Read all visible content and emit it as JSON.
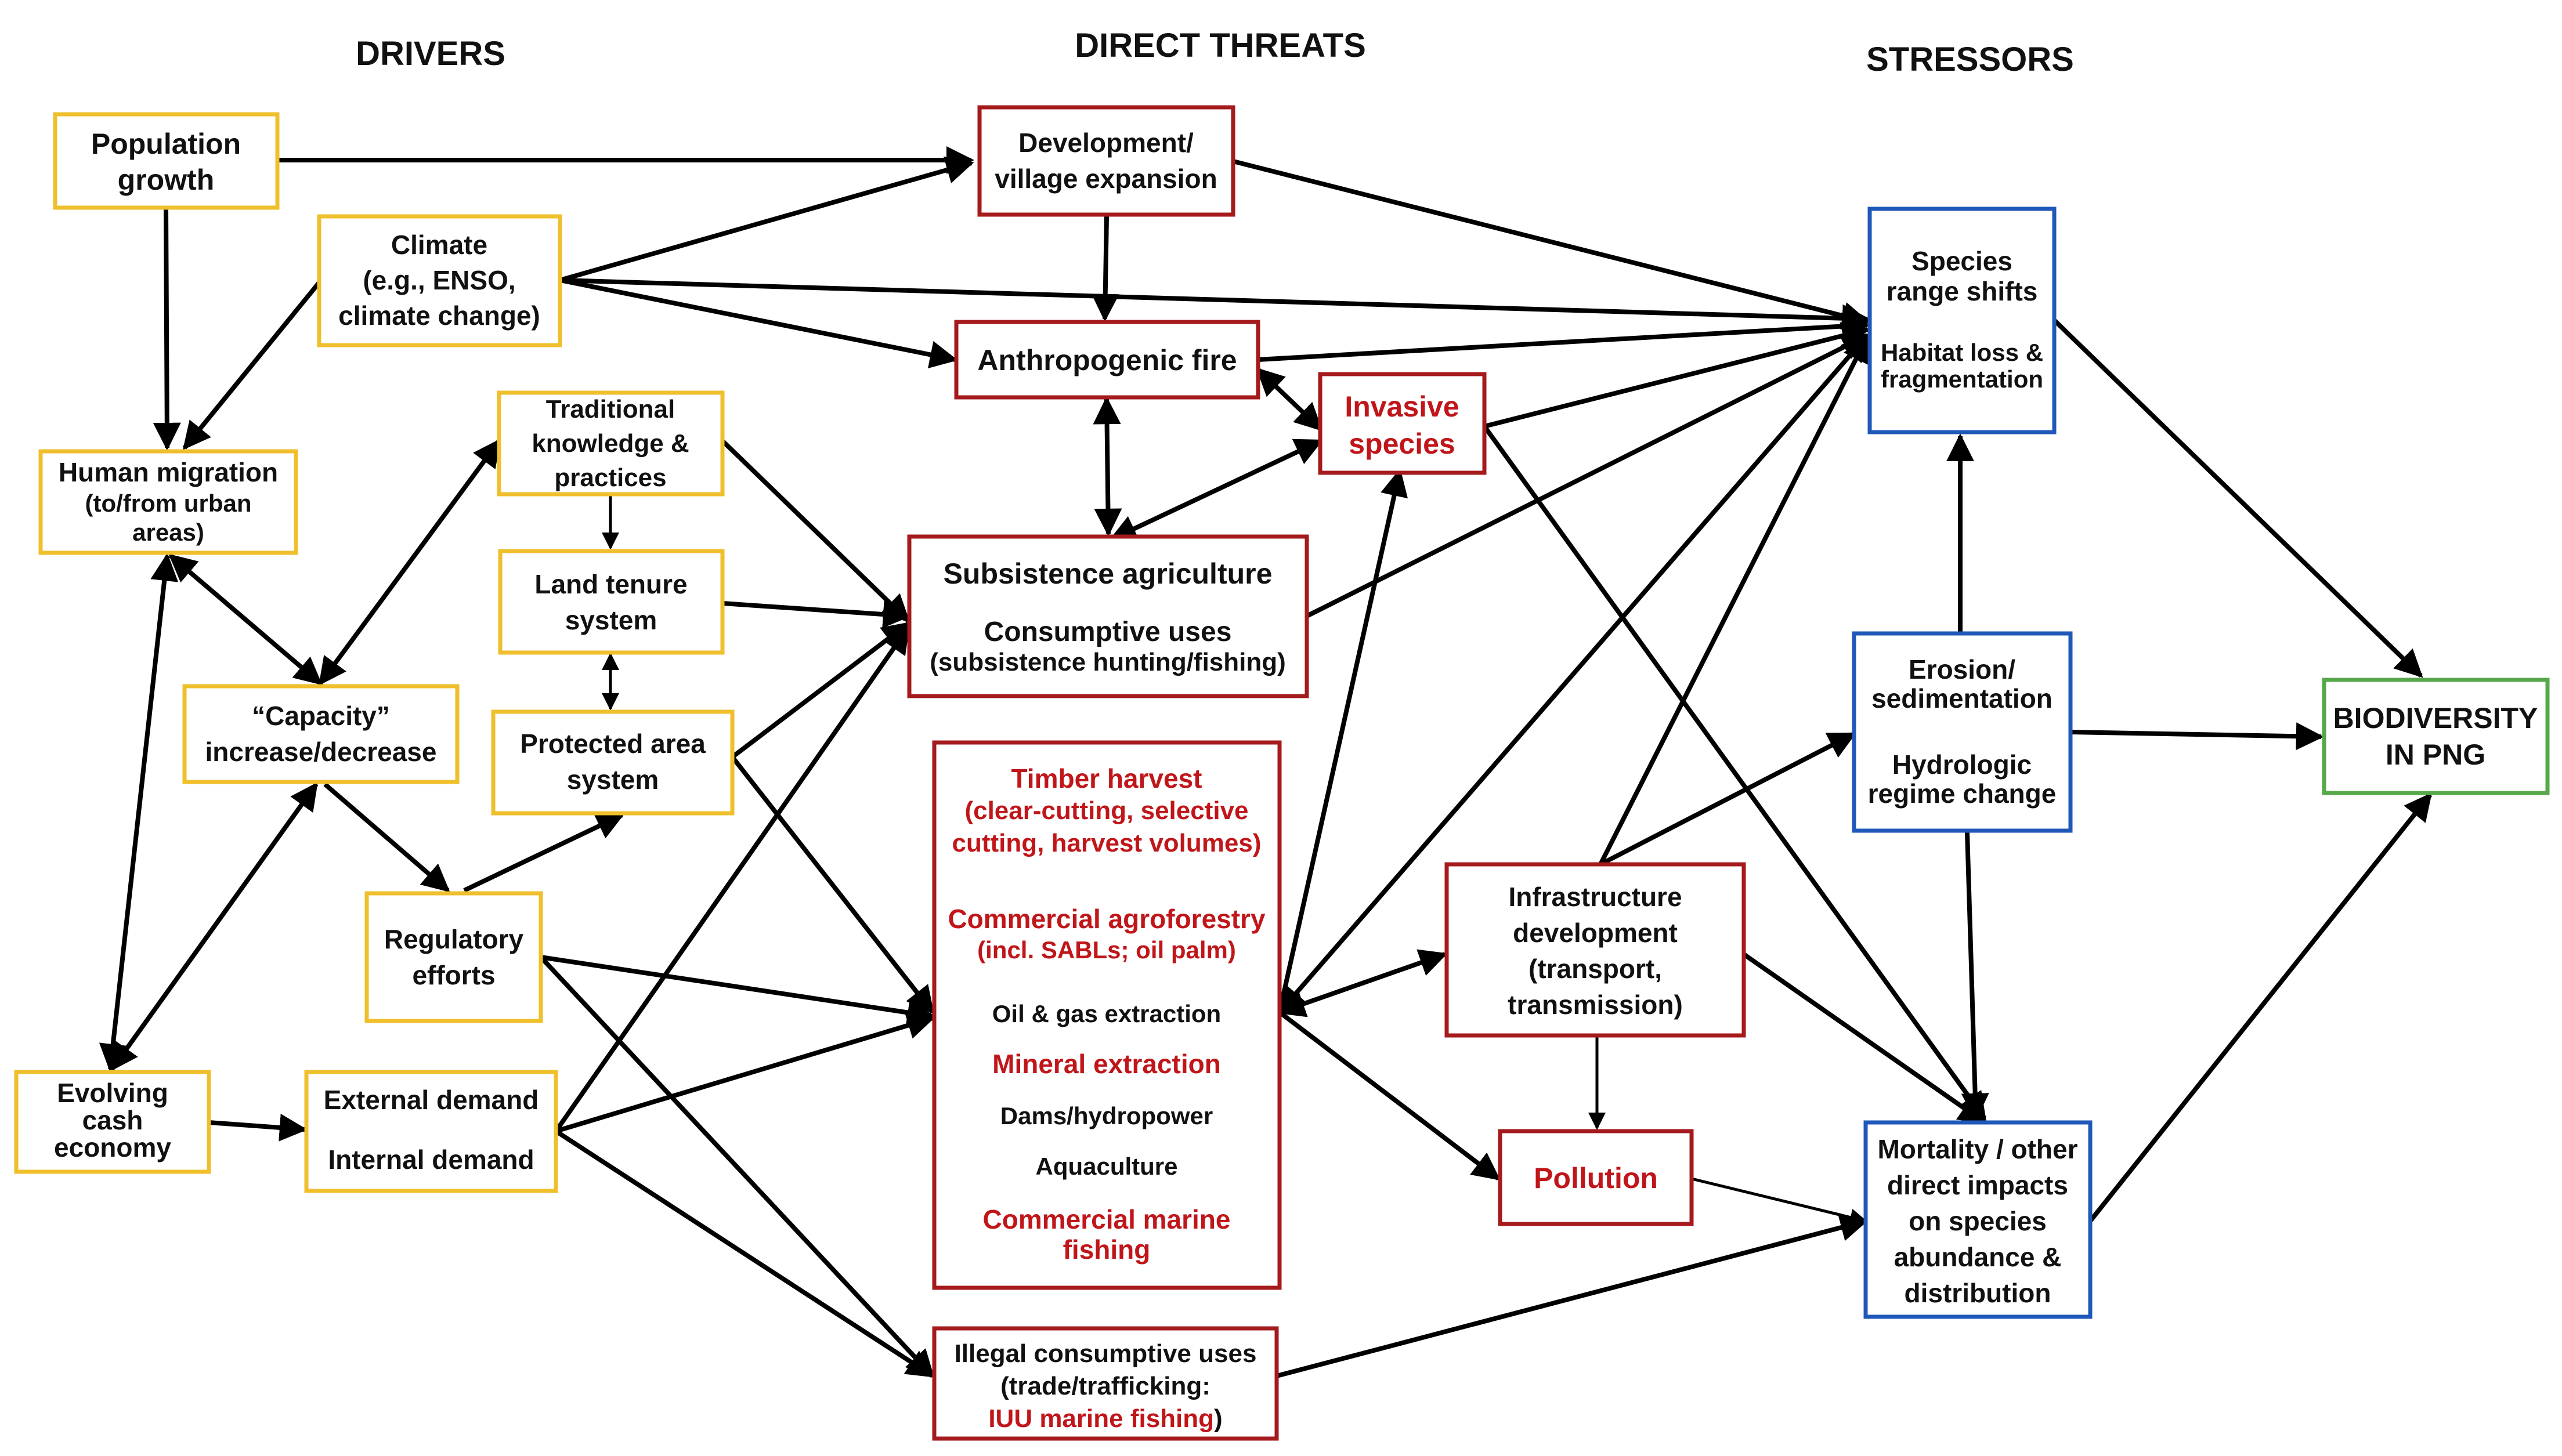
{
  "headers": {
    "drivers": "DRIVERS",
    "direct_threats": "DIRECT THREATS",
    "stressors": "STRESSORS"
  },
  "drivers": {
    "population_growth": [
      "Population",
      "growth"
    ],
    "climate": [
      "Climate",
      "(e.g., ENSO,",
      "climate change)"
    ],
    "human_migration": [
      "Human migration",
      "(to/from urban",
      "areas)"
    ],
    "traditional_knowledge": [
      "Traditional",
      "knowledge &",
      "practices"
    ],
    "land_tenure": [
      "Land tenure",
      "system"
    ],
    "protected_area": [
      "Protected area",
      "system"
    ],
    "capacity": [
      "“Capacity”",
      "increase/decrease"
    ],
    "regulatory": [
      "Regulatory",
      "efforts"
    ],
    "cash_economy": [
      "Evolving",
      "cash",
      "economy"
    ],
    "demand": [
      "External demand",
      "Internal demand"
    ]
  },
  "threats": {
    "development": [
      "Development/",
      "village expansion"
    ],
    "fire": [
      "Anthropogenic fire"
    ],
    "invasive": [
      "Invasive",
      "species"
    ],
    "subsistence": [
      "Subsistence agriculture",
      "Consumptive uses",
      "(subsistence hunting/fishing)"
    ],
    "commercial": [
      {
        "text": "Timber harvest",
        "color": "#c0161a"
      },
      {
        "text": "(clear-cutting, selective",
        "color": "#c0161a"
      },
      {
        "text": "cutting, harvest volumes)",
        "color": "#c0161a"
      },
      {
        "text": "Commercial agroforestry",
        "color": "#c0161a"
      },
      {
        "text": "(incl. SABLs; oil palm)",
        "color": "#c0161a"
      },
      {
        "text": "Oil & gas extraction",
        "color": "#111111"
      },
      {
        "text": "Mineral extraction",
        "color": "#c0161a"
      },
      {
        "text": "Dams/hydropower",
        "color": "#111111"
      },
      {
        "text": "Aquaculture",
        "color": "#111111"
      },
      {
        "text": "Commercial marine",
        "color": "#c0161a"
      },
      {
        "text": "fishing",
        "color": "#c0161a"
      }
    ],
    "illegal": [
      "Illegal consumptive uses",
      "(trade/trafficking:",
      "IUU marine fishing",
      ")"
    ],
    "infrastructure": [
      "Infrastructure",
      "development",
      "(transport,",
      "transmission)"
    ],
    "pollution": [
      "Pollution"
    ]
  },
  "stressors": {
    "range_shifts": [
      "Species",
      "range shifts",
      "Habitat loss &",
      "fragmentation"
    ],
    "erosion": [
      "Erosion/",
      "sedimentation",
      "Hydrologic",
      "regime change"
    ],
    "mortality": [
      "Mortality / other",
      "direct impacts",
      "on species",
      "abundance &",
      "distribution"
    ]
  },
  "target": {
    "biodiversity": [
      "BIODIVERSITY",
      "IN PNG"
    ]
  },
  "colors": {
    "driver_border": "#efbf2c",
    "threat_border": "#a51a1c",
    "stressor_border": "#1f58b8",
    "target_border": "#56a84a",
    "red_text": "#c0161a"
  }
}
